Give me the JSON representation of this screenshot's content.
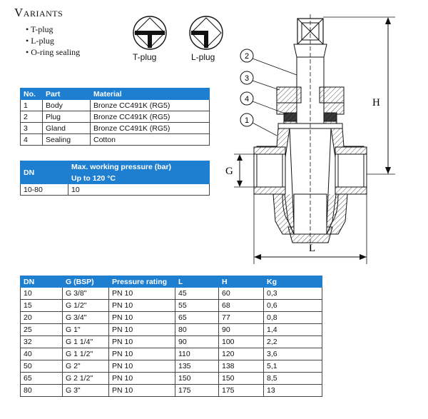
{
  "variants": {
    "title": "Variants",
    "items": [
      "T-plug",
      "L-plug",
      "O-ring sealing"
    ],
    "icons": [
      {
        "label": "T-plug",
        "icon": "t-plug-icon"
      },
      {
        "label": "L-plug",
        "icon": "l-plug-icon"
      }
    ]
  },
  "parts_table": {
    "headers": [
      "No.",
      "Part",
      "Material"
    ],
    "rows": [
      [
        "1",
        "Body",
        "Bronze CC491K (RG5)"
      ],
      [
        "2",
        "Plug",
        "Bronze CC491K (RG5)"
      ],
      [
        "3",
        "Gland",
        "Bronze CC491K (RG5)"
      ],
      [
        "4",
        "Sealing",
        "Cotton"
      ]
    ]
  },
  "pressure_table": {
    "dn_header": "DN",
    "header": "Max. working pressure (bar)",
    "subheader": "Up to 120 °C",
    "rows": [
      [
        "10-80",
        "10"
      ]
    ]
  },
  "diagram": {
    "callouts": [
      "2",
      "3",
      "4",
      "1"
    ],
    "dim_h": "H",
    "dim_g": "G",
    "dim_l": "L"
  },
  "dims_table": {
    "headers": [
      "DN",
      "G (BSP)",
      "Pressure rating",
      "L",
      "H",
      "Kg"
    ],
    "rows": [
      [
        "10",
        "G 3/8\"",
        "PN 10",
        "45",
        "60",
        "0,3"
      ],
      [
        "15",
        "G 1/2\"",
        "PN 10",
        "55",
        "68",
        "0,6"
      ],
      [
        "20",
        "G 3/4\"",
        "PN 10",
        "65",
        "77",
        "0,8"
      ],
      [
        "25",
        "G 1\"",
        "PN 10",
        "80",
        "90",
        "1,4"
      ],
      [
        "32",
        "G 1 1/4\"",
        "PN 10",
        "90",
        "100",
        "2,2"
      ],
      [
        "40",
        "G 1 1/2\"",
        "PN 10",
        "110",
        "120",
        "3,6"
      ],
      [
        "50",
        "G 2\"",
        "PN 10",
        "135",
        "138",
        "5,1"
      ],
      [
        "65",
        "G 2 1/2\"",
        "PN 10",
        "150",
        "150",
        "8,5"
      ],
      [
        "80",
        "G 3\"",
        "PN 10",
        "175",
        "175",
        "13"
      ]
    ]
  },
  "colors": {
    "header_blue": "#1e7fd0"
  }
}
